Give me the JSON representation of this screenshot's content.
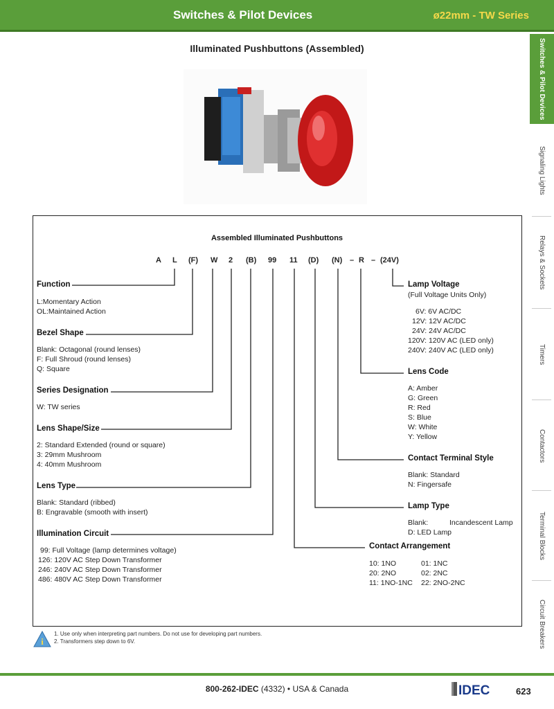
{
  "header": {
    "title": "Switches & Pilot Devices",
    "series": "ø22mm - TW Series"
  },
  "sidebar": {
    "tabs": [
      {
        "label": "Switches & Pilot Devices",
        "active": true
      },
      {
        "label": "Signaling Lights"
      },
      {
        "label": "Relays & Sockets"
      },
      {
        "label": "Timers"
      },
      {
        "label": "Contactors"
      },
      {
        "label": "Terminal Blocks"
      },
      {
        "label": "Circuit Breakers"
      }
    ]
  },
  "page_title": "Illuminated Pushbuttons (Assembled)",
  "diagram": {
    "title": "Assembled Illuminated Pushbuttons",
    "code_parts": [
      "A",
      "L",
      "(F)",
      "W",
      "2",
      "(B)",
      "99",
      "11",
      "(D)",
      "(N)",
      "–",
      "R",
      "–",
      "(24V)"
    ],
    "function": {
      "heading": "Function",
      "lines": [
        "L:Momentary Action",
        "OL:Maintained Action"
      ]
    },
    "bezel": {
      "heading": "Bezel Shape",
      "lines": [
        "Blank: Octagonal (round lenses)",
        "F: Full Shroud (round lenses)",
        "Q: Square"
      ]
    },
    "series": {
      "heading": "Series Designation",
      "lines": [
        "W: TW series"
      ]
    },
    "lens_shape": {
      "heading": "Lens Shape/Size",
      "lines": [
        "2: Standard Extended (round or square)",
        "3: 29mm Mushroom",
        "4: 40mm Mushroom"
      ]
    },
    "lens_type": {
      "heading": "Lens Type",
      "lines": [
        "Blank: Standard (ribbed)",
        "B: Engravable (smooth with insert)"
      ]
    },
    "illumination": {
      "heading": "Illumination Circuit",
      "lines": [
        "99:  Full Voltage (lamp determines voltage)",
        "126:  120V AC Step Down Transformer",
        "246:  240V AC Step Down Transformer",
        "486:  480V AC Step Down Transformer"
      ]
    },
    "lamp_voltage": {
      "heading": "Lamp Voltage",
      "sub": "(Full Voltage Units Only)",
      "lines": [
        "6V:  6V AC/DC",
        "12V:  12V AC/DC",
        "24V:  24V AC/DC",
        "120V:  120V AC (LED only)",
        "240V:  240V AC (LED only)"
      ]
    },
    "lens_code": {
      "heading": "Lens Code",
      "lines": [
        "A:   Amber",
        "G:  Green",
        "R:  Red",
        "S:  Blue",
        "W:  White",
        "Y:  Yellow"
      ]
    },
    "contact_terminal": {
      "heading": "Contact Terminal Style",
      "lines": [
        "Blank:  Standard",
        "N:  Fingersafe"
      ]
    },
    "lamp_type": {
      "heading": "Lamp Type",
      "lines": [
        "Blank:",
        "Incandescent Lamp",
        "D:  LED Lamp"
      ]
    },
    "contact_arrangement": {
      "heading": "Contact Arrangement",
      "col1": [
        "10: 1NO",
        "20: 2NO",
        "11: 1NO-1NC"
      ],
      "col2": [
        "01: 1NC",
        "02: 2NC",
        "22: 2NO-2NC"
      ]
    }
  },
  "notes": [
    "1.  Use only when interpreting part numbers. Do not use for developing part numbers.",
    "2.  Transformers step down to 6V."
  ],
  "footer": {
    "phone_bold": "800-262-IDEC",
    "phone_rest": " (4332) • USA & Canada",
    "brand": "IDEC",
    "page": "623"
  },
  "colors": {
    "green": "#5a9e3a",
    "series_yellow": "#f5d94a",
    "note_icon_blue": "#5aa0d8"
  }
}
